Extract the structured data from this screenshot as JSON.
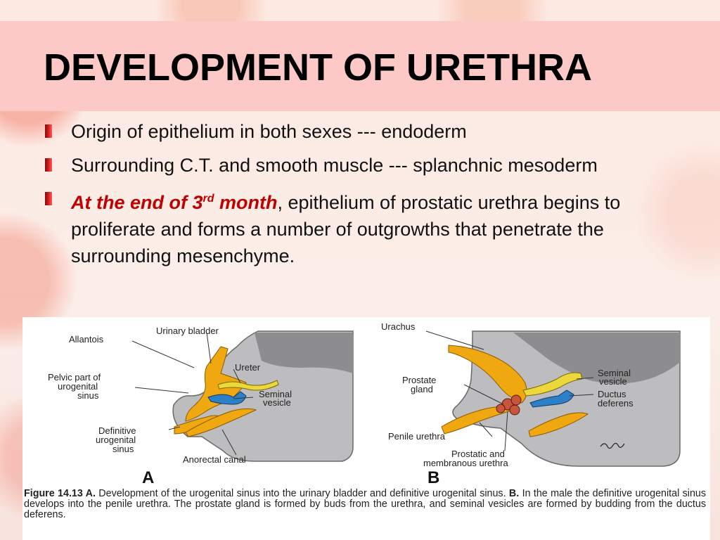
{
  "slide": {
    "title": "DEVELOPMENT OF URETHRA",
    "bullets": [
      {
        "text": "Origin of epithelium in both sexes --- endoderm"
      },
      {
        "text": "Surrounding C.T. and smooth muscle --- splanchnic mesoderm"
      },
      {
        "emph_pre": "At the end of 3",
        "emph_sup": "rd",
        "emph_post": " month",
        "rest": ", epithelium of prostatic urethra begins to proliferate and forms a number of outgrowths that penetrate the surrounding mesenchyme."
      }
    ]
  },
  "figure": {
    "labels_a": {
      "allantois": "Allantois",
      "urinary_bladder": "Urinary bladder",
      "ureter": "Ureter",
      "pelvic_1": "Pelvic part of",
      "pelvic_2": "urogenital",
      "pelvic_3": "sinus",
      "seminal_1": "Seminal",
      "seminal_2": "vesicle",
      "definitive_1": "Definitive",
      "definitive_2": "urogenital",
      "definitive_3": "sinus",
      "anorectal": "Anorectal canal",
      "panel": "A"
    },
    "labels_b": {
      "urachus": "Urachus",
      "prostate_1": "Prostate",
      "prostate_2": "gland",
      "seminal_1": "Seminal",
      "seminal_2": "vesicle",
      "ductus_1": "Ductus",
      "ductus_2": "deferens",
      "penile": "Penile urethra",
      "prostatic_1": "Prostatic and",
      "prostatic_2": "membranous urethra",
      "panel": "B"
    },
    "caption": {
      "fig_label": "Figure 14.13 A.",
      "text_a": " Development of the urogenital sinus into the urinary bladder and definitive urogenital sinus. ",
      "b_label": "B.",
      "text_b": " In the male the definitive urogenital sinus develops into the penile urethra. The prostate gland is formed by buds from the urethra, and seminal vesicles are formed by budding from the ductus deferens."
    },
    "colors": {
      "gray": "#bdbdbf",
      "orange": "#f0a810",
      "yellow": "#ecd83a",
      "blue": "#2d7fc8",
      "prostate": "#c8553c"
    }
  }
}
